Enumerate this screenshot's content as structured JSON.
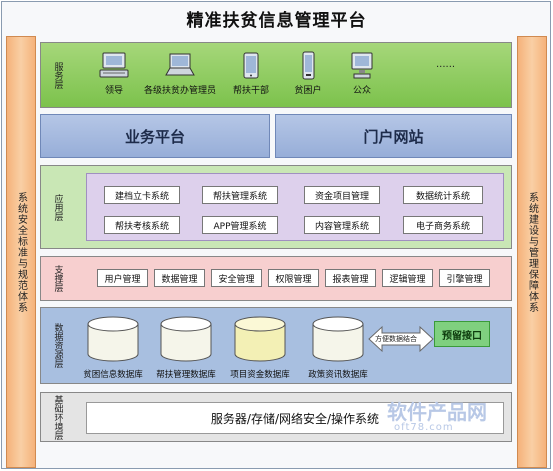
{
  "title": "精准扶贫信息管理平台",
  "left_side": "系统安全标准与规范体系",
  "right_side": "系统建设与管理保障体系",
  "service_layer": {
    "label": "服务层",
    "items": [
      {
        "label": "领导",
        "icon": "desktop-computer-icon"
      },
      {
        "label": "各级扶贫办管理员",
        "icon": "laptop-icon"
      },
      {
        "label": "帮扶干部",
        "icon": "tablet-icon"
      },
      {
        "label": "贫困户",
        "icon": "mobile-phone-icon"
      },
      {
        "label": "公众",
        "icon": "desktop-computer-icon"
      }
    ],
    "more": "......"
  },
  "platforms": [
    "业务平台",
    "门户网站"
  ],
  "app_layer": {
    "label": "应用层",
    "systems": [
      "建档立卡系统",
      "帮扶管理系统",
      "资金项目管理",
      "数据统计系统",
      "帮扶考核系统",
      "APP管理系统",
      "内容管理系统",
      "电子商务系统"
    ]
  },
  "support_layer": {
    "label": "支撑层",
    "modules": [
      "用户管理",
      "数据管理",
      "安全管理",
      "权限管理",
      "报表管理",
      "逻辑管理",
      "引擎管理"
    ]
  },
  "data_layer": {
    "label": "数据资源层",
    "databases": [
      "贫困信息数据库",
      "帮扶管理数据库",
      "项目资金数据库",
      "政策资讯数据库"
    ],
    "arrow_label": "方便数据结合",
    "reserved": "预留接口"
  },
  "infra_layer": {
    "label": "基础环境层",
    "content": "服务器/存储/网络安全/操作系统"
  },
  "watermark": {
    "title": "软件产品网",
    "url": "oft78.com"
  }
}
